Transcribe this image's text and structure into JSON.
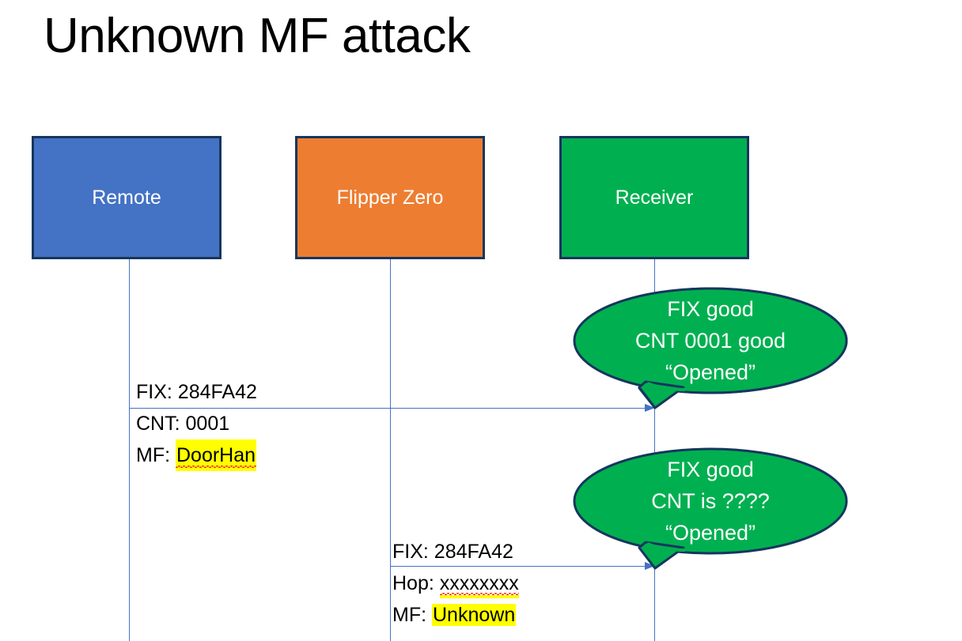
{
  "slide": {
    "title": "Unknown MF attack",
    "background_color": "#FFFFFF"
  },
  "colors": {
    "remote_box": "#4472C4",
    "flipper_box": "#ED7D31",
    "receiver_box": "#00B050",
    "box_border": "#17365D",
    "lifeline": "#4472C4",
    "arrow": "#4472C4",
    "bubble_fill": "#00B050",
    "bubble_outline": "#17365D",
    "highlight": "#FFFF00",
    "spellcheck_underline": "#EE3333",
    "text": "#000000",
    "box_label_text": "#FFFFFF"
  },
  "actors": [
    {
      "id": "remote",
      "label": "Remote"
    },
    {
      "id": "flipper",
      "label": "Flipper Zero"
    },
    {
      "id": "receiver",
      "label": "Receiver"
    }
  ],
  "messages": [
    {
      "id": "remote-to-receiver",
      "from": "Remote",
      "to": "Receiver",
      "lines": [
        {
          "label": "FIX:",
          "value": "284FA42",
          "highlighted": false
        },
        {
          "label": "CNT:",
          "value": "0001",
          "highlighted": false
        },
        {
          "label": "MF:",
          "value": "DoorHan",
          "highlighted": true
        }
      ]
    },
    {
      "id": "flipper-to-receiver",
      "from": "Flipper Zero",
      "to": "Receiver",
      "lines": [
        {
          "label": "FIX:",
          "value": "284FA42",
          "highlighted": false
        },
        {
          "label": "Hop:",
          "value": "xxxxxxxx",
          "highlighted": false
        },
        {
          "label": "MF:",
          "value": "Unknown",
          "highlighted": true
        }
      ]
    }
  ],
  "bubbles": [
    {
      "id": "bubble-first-response",
      "lines": [
        "FIX good",
        "CNT 0001 good",
        "“Opened”"
      ]
    },
    {
      "id": "bubble-second-response",
      "lines": [
        "FIX good",
        "CNT is ????",
        "“Opened”"
      ]
    }
  ]
}
